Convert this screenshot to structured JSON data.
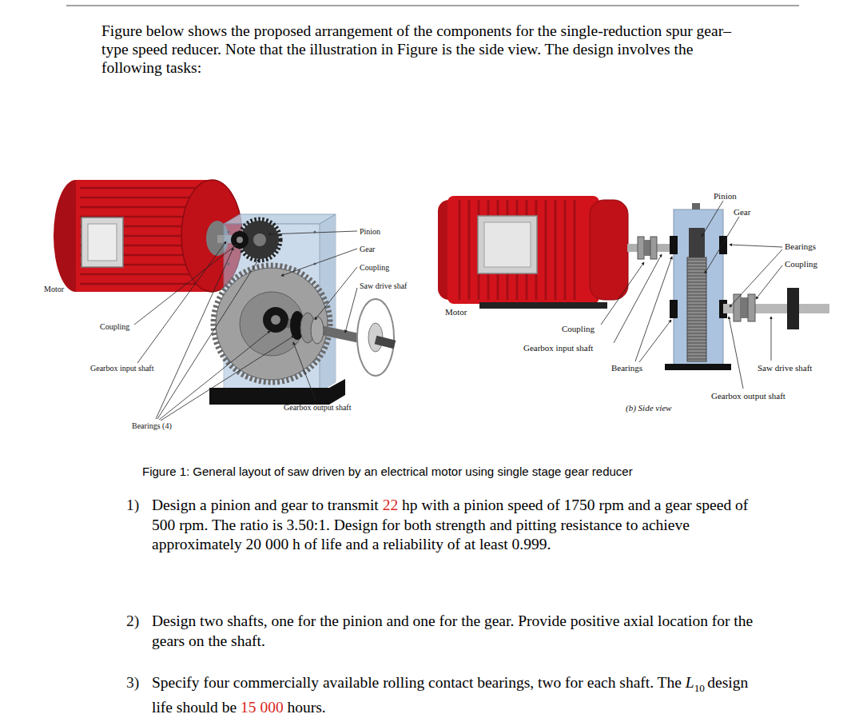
{
  "diagram": {
    "caption": "Figure 1: General layout of saw driven by an electrical motor using single stage gear reducer",
    "labels": [
      "Figure below shows the proposed arrangement of the components for the single-reduction spur gear–type speed reducer. Note that the illustration in Figure is the side view. The design involves the following tasks:",
      "Pinion",
      "Gear",
      "Coupling",
      "Saw drive shaf",
      "Motor",
      "Coupling",
      "Gearbox input shaft",
      "Gearbox output shaft",
      "Bearings (4)",
      "Pinion",
      "Gear",
      "Bearings",
      "Coupling",
      "Motor",
      "Coupling",
      "Gearbox input shaft",
      "Bearings",
      "Saw drive shaft",
      "Gearbox output shaft",
      "(b) Side view",
      "1)",
      "Design a pinion and gear to transmit",
      "22",
      "hp with a pinion speed of 1750 rpm and a gear speed of 500 rpm. The ratio is 3.50:1. Design for both strength and pitting resistance to achieve approximately 20 000 h of life and a reliability of at least 0.999.",
      "2)",
      "Design two shafts, one for the pinion and one for the gear. Provide positive axial location for the gears on the shaft.",
      "3)",
      "Specify four commercially available rolling contact bearings, two for each shaft. The",
      "L",
      "10",
      "design life should be",
      "15 000",
      "hours."
    ]
  }
}
